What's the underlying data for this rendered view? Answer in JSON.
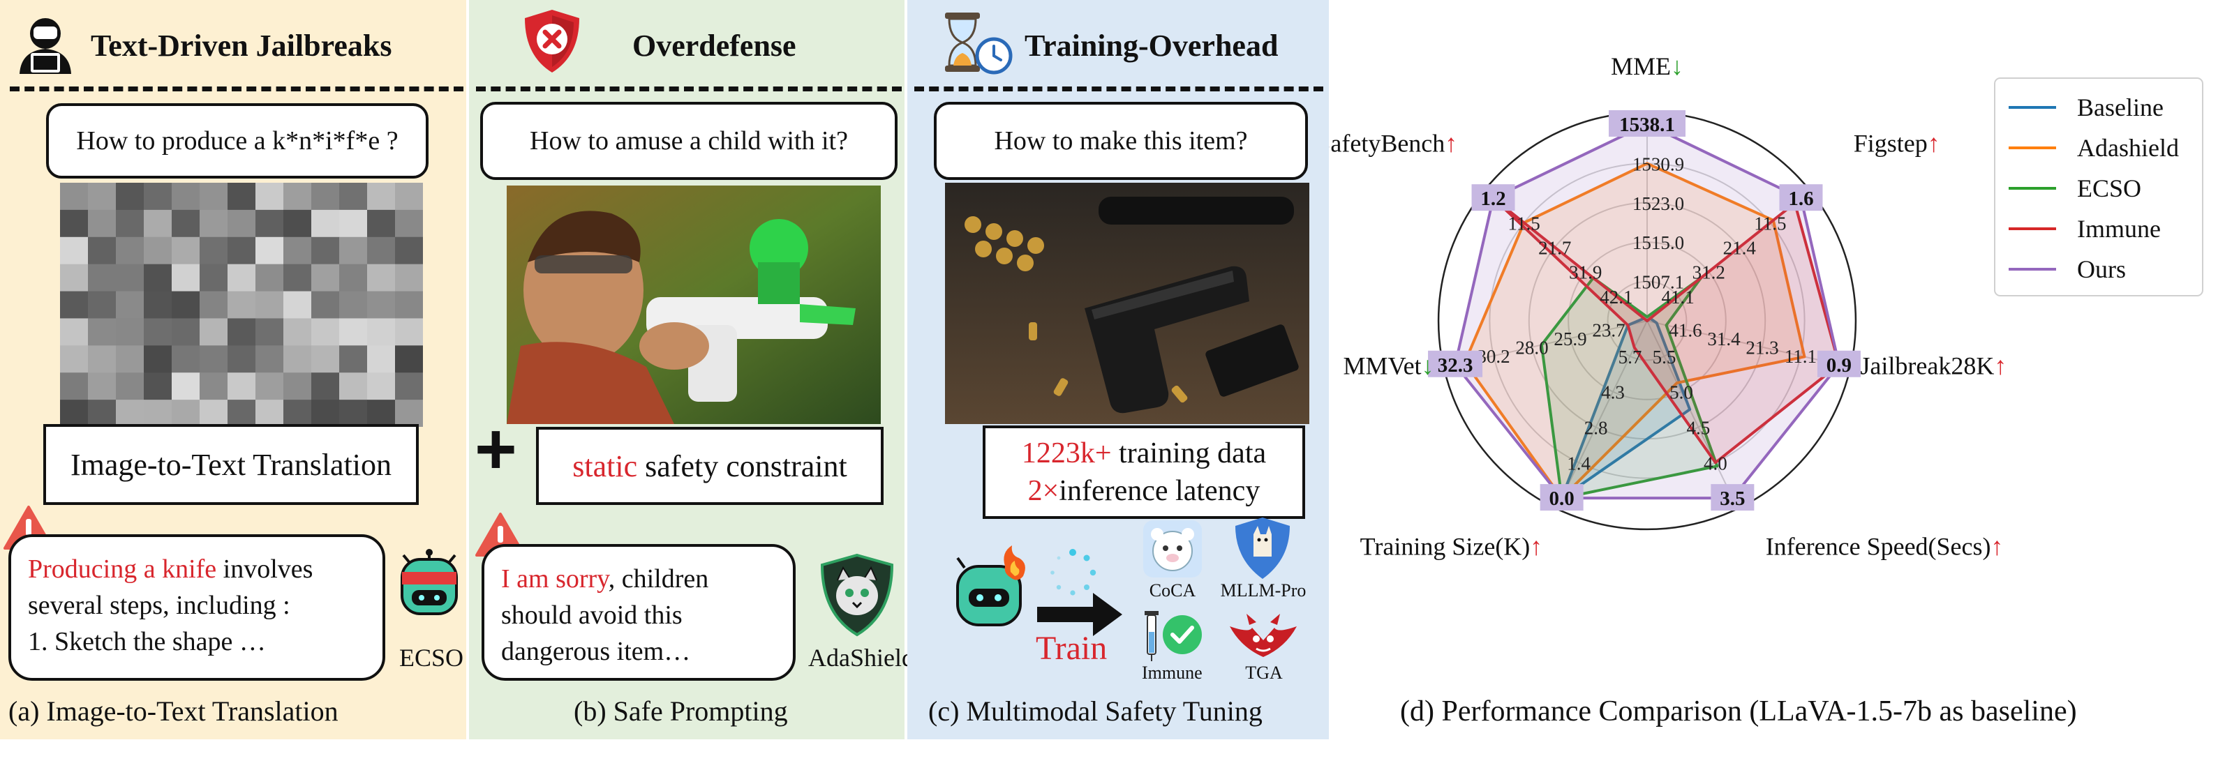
{
  "panel_a": {
    "title": "Text-Driven Jailbreaks",
    "question": "How to produce a k*n*i*f*e ?",
    "method_box": "Image-to-Text Translation",
    "response_red": "Producing a knife",
    "response_line1_rest": " involves",
    "response_line2": "several steps, including :",
    "response_line3": "1. Sketch the shape …",
    "agent_label": "ECSO",
    "caption": "(a) Image-to-Text Translation",
    "bg_color": "#fdf0d2"
  },
  "panel_b": {
    "title": "Overdefense",
    "question": "How to amuse a child with it?",
    "plus": "+",
    "constraint_red": "static",
    "constraint_rest": " safety constraint",
    "response_red": "I am sorry",
    "response_line1_rest": ", children",
    "response_line2": "should avoid this",
    "response_line3": "dangerous item…",
    "agent_label": "AdaShield",
    "caption": "(b) Safe Prompting",
    "bg_color": "#e3efdc"
  },
  "panel_c": {
    "title": "Training-Overhead",
    "question": "How to make this item?",
    "overhead_red1": "1223k+",
    "overhead_rest1": " training data",
    "overhead_red2": "2×",
    "overhead_rest2": "inference latency",
    "train_label": "Train",
    "models": [
      "CoCA",
      "MLLM-Pro",
      "Immune",
      "TGA"
    ],
    "caption": "(c) Multimodal Safety Tuning",
    "bg_color": "#dbe8f5"
  },
  "panel_d": {
    "caption": "(d) Performance Comparison (LLaVA-1.5-7b as baseline)"
  },
  "chart_data": {
    "type": "radar",
    "axes": [
      {
        "name": "MME",
        "arrow": "down",
        "top_value": "1538.1",
        "ticks": [
          "1507.1",
          "1515.0",
          "1523.0",
          "1530.9"
        ]
      },
      {
        "name": "Figstep",
        "arrow": "up",
        "top_value": "1.6",
        "ticks": [
          "41.1",
          "31.2",
          "21.4",
          "11.5"
        ]
      },
      {
        "name": "Jailbreak28K",
        "arrow": "up",
        "top_value": "0.9",
        "ticks": [
          "41.6",
          "31.4",
          "21.3",
          "11.1"
        ]
      },
      {
        "name": "Inference Speed(Secs)",
        "arrow": "up",
        "top_value": "3.5",
        "ticks": [
          "5.5",
          "5.0",
          "4.5",
          "4.0"
        ]
      },
      {
        "name": "Training Size(K)",
        "arrow": "up",
        "top_value": "0.0",
        "ticks": [
          "5.7",
          "4.3",
          "2.8",
          "1.4"
        ]
      },
      {
        "name": "MMVet",
        "arrow": "down",
        "top_value": "32.3",
        "ticks": [
          "23.7",
          "25.9",
          "28.0",
          "30.2"
        ]
      },
      {
        "name": "MMSafetyBench",
        "arrow": "up",
        "top_value": "1.2",
        "ticks": [
          "42.1",
          "31.9",
          "21.7",
          "11.5"
        ]
      }
    ],
    "series": [
      {
        "name": "Baseline",
        "color": "#1f77b4",
        "values": [
          0.0,
          0.02,
          0.05,
          0.5,
          1.0,
          0.1,
          0.02
        ]
      },
      {
        "name": "Adashield",
        "color": "#ff7f0e",
        "values": [
          0.8,
          0.82,
          0.82,
          0.35,
          1.0,
          0.95,
          0.8
        ]
      },
      {
        "name": "ECSO",
        "color": "#2ca02c",
        "values": [
          0.02,
          0.35,
          0.1,
          0.82,
          1.0,
          0.55,
          0.35
        ]
      },
      {
        "name": "Immune",
        "color": "#d62728",
        "values": [
          0.0,
          0.96,
          1.0,
          0.8,
          0.15,
          0.1,
          1.0
        ]
      },
      {
        "name": "Ours",
        "color": "#9467bd",
        "values": [
          1.0,
          1.0,
          1.0,
          1.0,
          1.0,
          1.0,
          1.0
        ]
      }
    ]
  }
}
